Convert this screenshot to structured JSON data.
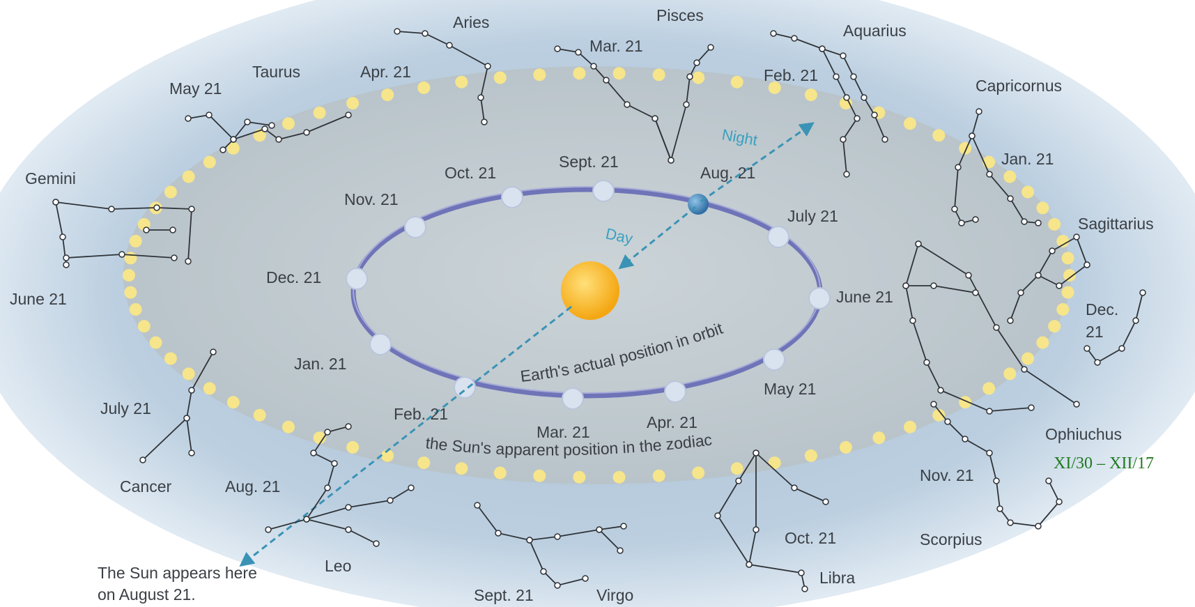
{
  "colors": {
    "sky_edge": "#ffffff",
    "sky_mid": "#c7d7e6",
    "sky_inner": "#a9c1d6",
    "plane": "#c3ccd0",
    "orbit": "#6f74b8",
    "orbit_dot": "#d6e0ee",
    "sun": "#f7b21a",
    "sun_light": "#ffd76a",
    "zodiac_dot": "#f6e58a",
    "arrow": "#3a93b5",
    "day_night": "#3aa0c0",
    "annotation": "#1f7a1f",
    "constellation_line": "#2f3338",
    "text": "#3a3f45"
  },
  "earth_orbit": {
    "dates": [
      "Aug. 21",
      "Sept. 21",
      "Oct. 21",
      "Nov. 21",
      "Dec. 21",
      "Jan. 21",
      "Feb. 21",
      "Mar. 21",
      "Apr. 21",
      "May 21",
      "June 21",
      "July 21"
    ],
    "caption": "Earth's actual position in orbit"
  },
  "sun_path": {
    "caption": "the Sun's apparent position in the zodiac"
  },
  "day_label": "Day",
  "night_label": "Night",
  "note": {
    "line1": "The Sun appears here",
    "line2": "on August 21."
  },
  "constellations": {
    "aries": "Aries",
    "pisces": "Pisces",
    "aquarius": "Aquarius",
    "capricornus": "Capricornus",
    "sagittarius": "Sagittarius",
    "ophiuchus": "Ophiuchus",
    "scorpius": "Scorpius",
    "libra": "Libra",
    "virgo": "Virgo",
    "leo": "Leo",
    "cancer": "Cancer",
    "gemini": "Gemini",
    "taurus": "Taurus"
  },
  "zodiac_dates": {
    "apr": "Apr. 21",
    "may": "May 21",
    "june": "June 21",
    "july": "July 21",
    "aug": "Aug. 21",
    "sept": "Sept. 21",
    "oct": "Oct. 21",
    "nov": "Nov. 21",
    "dec_line1": "Dec.",
    "dec_line2": "21",
    "jan": "Jan. 21",
    "feb": "Feb. 21",
    "mar": "Mar. 21"
  },
  "annotation": "XI/30 – XII/17"
}
